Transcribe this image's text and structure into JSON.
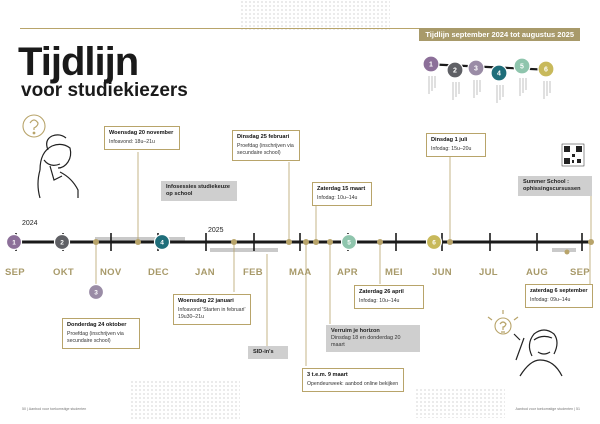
{
  "header": {
    "banner": "Tijdlijn september 2024 tot augustus 2025"
  },
  "title": "Tijdlijn",
  "subtitle": "voor studiekiezers",
  "years": [
    "2024",
    "2025"
  ],
  "months": [
    "SEP",
    "OKT",
    "NOV",
    "DEC",
    "JAN",
    "FEB",
    "MAA",
    "APR",
    "MEI",
    "JUN",
    "JUL",
    "AUG",
    "SEP"
  ],
  "legend_markers": [
    {
      "num": "1",
      "color": "#8c6f99"
    },
    {
      "num": "2",
      "color": "#5f6065"
    },
    {
      "num": "3",
      "color": "#9a8ca6"
    },
    {
      "num": "4",
      "color": "#1f6e7a"
    },
    {
      "num": "5",
      "color": "#8fc5ad"
    },
    {
      "num": "6",
      "color": "#c8b95b"
    }
  ],
  "timeline_markers": [
    {
      "num": "1",
      "color": "#8c6f99"
    },
    {
      "num": "2",
      "color": "#5f6065"
    },
    {
      "num": "3",
      "color": "#9a8ca6"
    },
    {
      "num": "4",
      "color": "#1f6e7a"
    },
    {
      "num": "5",
      "color": "#8fc5ad"
    },
    {
      "num": "6",
      "color": "#c8b95b"
    }
  ],
  "events": {
    "nov20": {
      "title": "Woensdag 20 november",
      "text": "Infoavond: 18u–21u"
    },
    "feb25": {
      "title": "Dinsdag 25 februari",
      "text": "Proefdag (inschrijven via secundaire school)"
    },
    "infosessies": {
      "title": "Infosessies studiekeuze op school"
    },
    "mrt15": {
      "title": "Zaterdag 15 maart",
      "text": "Infodag: 10u–14u"
    },
    "jul1": {
      "title": "Dinsdag 1 juli",
      "text": "Infodag: 15u–20u"
    },
    "summer": {
      "title": "Summer School : ophissingscursussen"
    },
    "okt24": {
      "title": "Donderdag 24 oktober",
      "text": "Proefdag (inschrijven via secundaire school)"
    },
    "jan22": {
      "title": "Woensdag 22 januari",
      "text": "Infoavond 'Starten in februari' 19u30–21u"
    },
    "sidins": {
      "title": "SID-in's"
    },
    "apr26": {
      "title": "Zaterdag 26 april",
      "text": "Infodag: 10u–14u"
    },
    "horizon": {
      "title": "Verruim je horizon",
      "text": "Dinsdag 18 en donderdag 20 maart"
    },
    "mrt3": {
      "title": "3 t.e.m. 9 maart",
      "text": "Opendeurweek: aanbod online bekijken"
    },
    "sep6": {
      "title": "zaterdag 6 september",
      "text": "Infodag: 09u–14u"
    }
  },
  "footer": {
    "left": "50 | Aanbod voor toekomstige studenten",
    "right": "Aanbod voor toekomstige studenten | 51"
  },
  "colors": {
    "accent": "#a89a6a",
    "dark": "#1a1a1a",
    "gray": "#cfcfcf"
  }
}
